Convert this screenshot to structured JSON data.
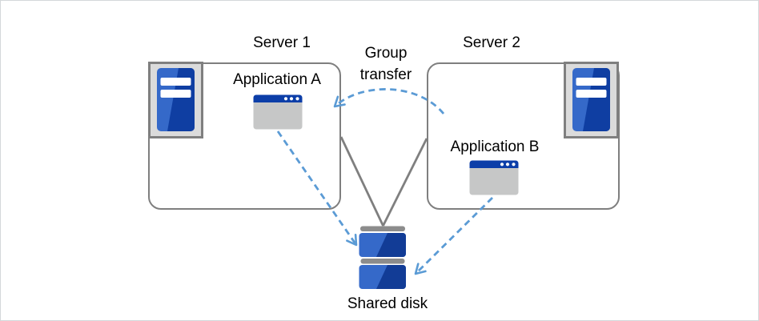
{
  "diagram": {
    "servers": [
      {
        "label": "Server 1",
        "app_label": "Application A"
      },
      {
        "label": "Server 2",
        "app_label": "Application B"
      }
    ],
    "arrow_label": "Group transfer",
    "disk_label": "Shared disk",
    "icons": [
      "server-tower-icon",
      "application-window-icon",
      "shared-disk-icon",
      "dashed-arrow-icon"
    ],
    "colors": {
      "blue_dark": "#0f3ea2",
      "blue_light": "#3569c9",
      "arrow_blue": "#5b9bd5",
      "line_gray": "#7f7f7f",
      "bar_gray": "#8c8c8c",
      "icon_bg_gray": "#dbdbdb",
      "app_body_gray": "#c6c7c7",
      "text_black": "#000000",
      "canvas_white": "#ffffff"
    }
  }
}
